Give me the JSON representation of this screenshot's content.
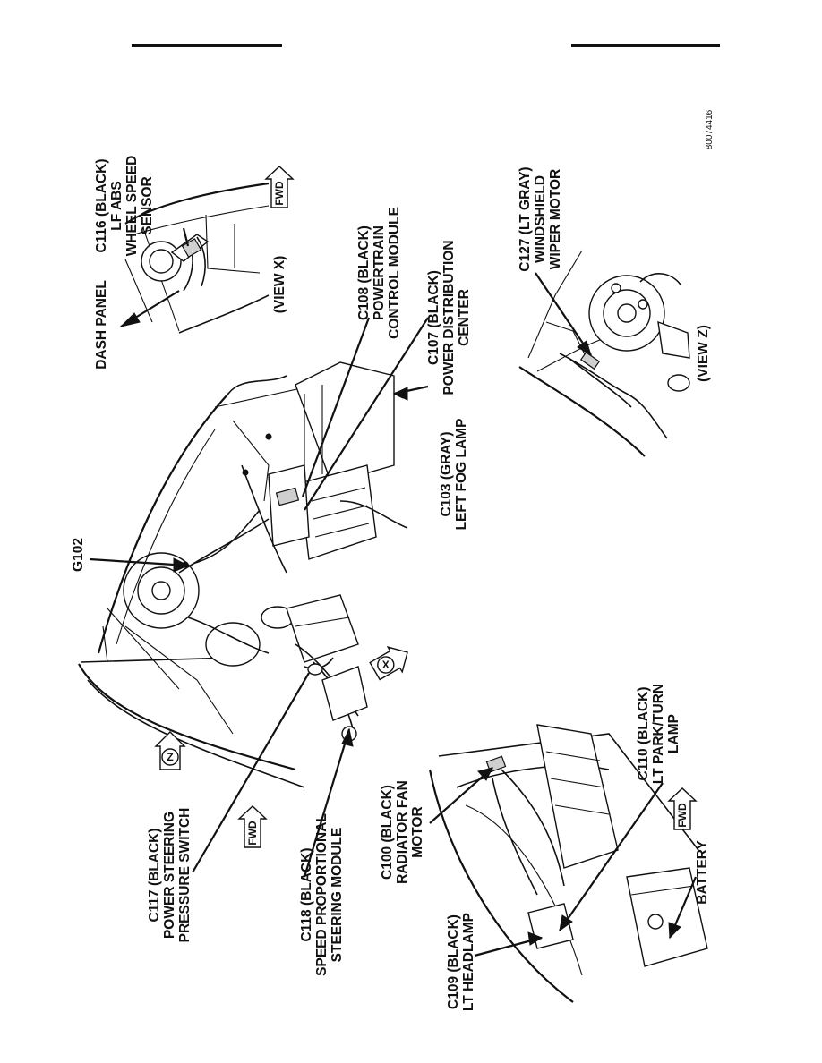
{
  "figure_id": "80074416",
  "labels": {
    "c116": [
      "C116 (BLACK)",
      "LF ABS",
      "WHEEL SPEED",
      "SENSOR"
    ],
    "dash_panel": [
      "DASH PANEL"
    ],
    "view_x": [
      "(VIEW X)"
    ],
    "c108": [
      "C108 (BLACK)",
      "POWERTRAIN",
      "CONTROL MODULE"
    ],
    "c107": [
      "C107 (BLACK)",
      "POWER DISTRIBUTION",
      "CENTER"
    ],
    "c127": [
      "C127 (LT GRAY)",
      "WINDSHIELD",
      "WIPER MOTOR"
    ],
    "view_z": [
      "(VIEW Z)"
    ],
    "c103": [
      "C103 (GRAY)",
      "LEFT FOG LAMP"
    ],
    "g102": [
      "G102"
    ],
    "c117": [
      "C117 (BLACK)",
      "POWER STEERING",
      "PRESSURE SWITCH"
    ],
    "c118": [
      "C118 (BLACK)",
      "SPEED PROPORTIONAL",
      "STEERING MODULE"
    ],
    "c100": [
      "C100 (BLACK)",
      "RADIATOR FAN",
      "MOTOR"
    ],
    "c110": [
      "C110 (BLACK)",
      "LT PARK/TURN",
      "LAMP"
    ],
    "c109": [
      "C109 (BLACK)",
      "LT HEADLAMP"
    ],
    "battery": [
      "BATTERY"
    ]
  },
  "markers": {
    "fwd": "FWD",
    "view_z_letter": "Z",
    "view_x_letter": "X"
  }
}
